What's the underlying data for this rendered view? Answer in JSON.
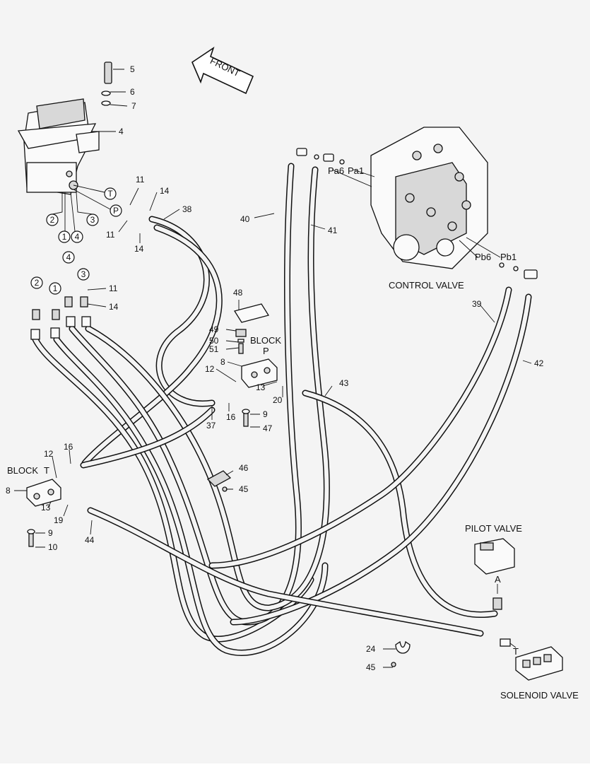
{
  "front_label": "FRONT",
  "labels": {
    "block_p": [
      "BLOCK",
      "P"
    ],
    "block_t": [
      "BLOCK",
      "T"
    ],
    "control_valve": "CONTROL VALVE",
    "pilot_valve": "PILOT VALVE",
    "solenoid_valve": "SOLENOID VALVE",
    "pa6": "Pa6",
    "pa1": "Pa1",
    "pb6": "Pb6",
    "pb1": "Pb1",
    "port_a": "A",
    "port_t": "T"
  },
  "circled": {
    "joystick": [
      "T",
      "P",
      "2",
      "1",
      "4",
      "3"
    ],
    "fittings": [
      "4",
      "3",
      "2",
      "1"
    ]
  },
  "callouts": {
    "c5": "5",
    "c6": "6",
    "c7": "7",
    "c4": "4",
    "c11a": "11",
    "c14a": "14",
    "c38": "38",
    "c11b": "11",
    "c14b": "14",
    "c40": "40",
    "c41": "41",
    "c11c": "11",
    "c14c": "14",
    "c48": "48",
    "c49": "49",
    "c50": "50",
    "c51": "51",
    "c8p": "8",
    "c12p": "12",
    "c13p": "13",
    "c20": "20",
    "c16p": "16",
    "c9p": "9",
    "c47": "47",
    "c37": "37",
    "c43": "43",
    "c39": "39",
    "c42": "42",
    "c46": "46",
    "c45a": "45",
    "c12t": "12",
    "c16t": "16",
    "c8t": "8",
    "c13t": "13",
    "c19": "19",
    "c9t": "9",
    "c10": "10",
    "c44": "44",
    "c24": "24",
    "c45b": "45"
  }
}
